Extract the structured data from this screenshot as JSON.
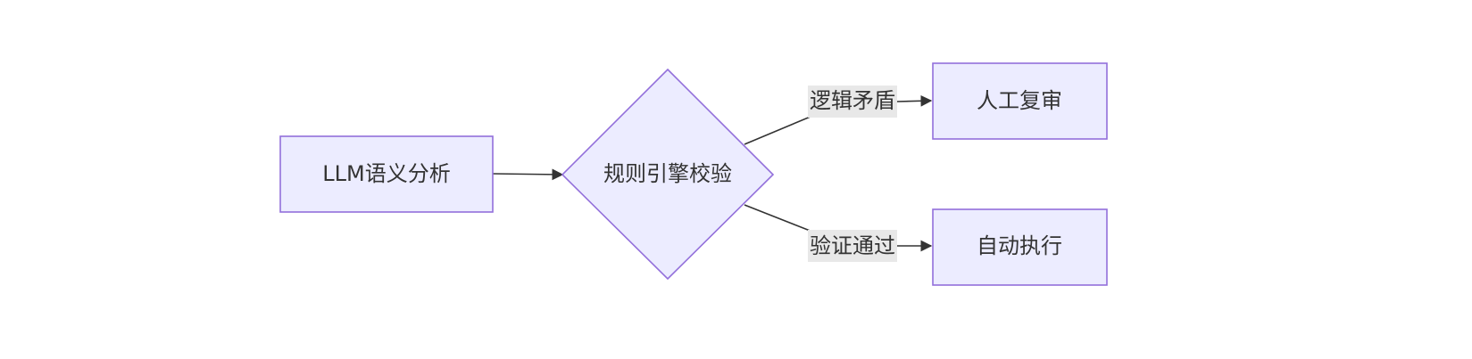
{
  "diagram": {
    "type": "flowchart",
    "colors": {
      "node_fill": "#ececff",
      "node_stroke": "#9370db",
      "edge": "#333333",
      "label_bg": "#e8e8e8",
      "text": "#333333"
    },
    "nodes": {
      "llm": {
        "label": "LLM语义分析",
        "shape": "rect"
      },
      "rule": {
        "label": "规则引擎校验",
        "shape": "diamond"
      },
      "manual": {
        "label": "人工复审",
        "shape": "rect"
      },
      "auto": {
        "label": "自动执行",
        "shape": "rect"
      }
    },
    "edges": {
      "llm_to_rule": {
        "from": "LLM语义分析",
        "to": "规则引擎校验",
        "label": ""
      },
      "rule_to_manual": {
        "from": "规则引擎校验",
        "to": "人工复审",
        "label": "逻辑矛盾"
      },
      "rule_to_auto": {
        "from": "规则引擎校验",
        "to": "自动执行",
        "label": "验证通过"
      }
    }
  }
}
